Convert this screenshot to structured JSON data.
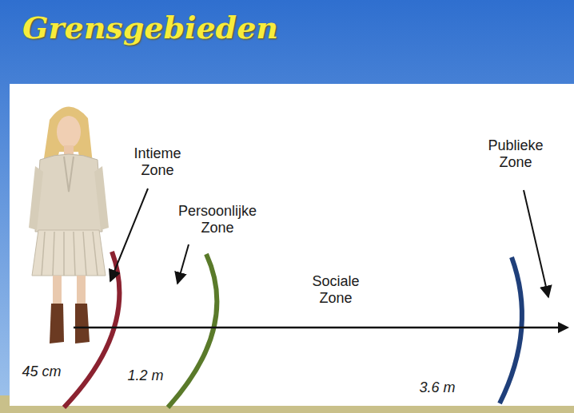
{
  "diagram": {
    "title": "Grensgebieden",
    "labels": [
      "Intieme Zone",
      "Persoonlijke Zone",
      "Sociale Zone",
      "Publieke Zone",
      "45 cm",
      "1.2 m",
      "3.6 m"
    ]
  }
}
